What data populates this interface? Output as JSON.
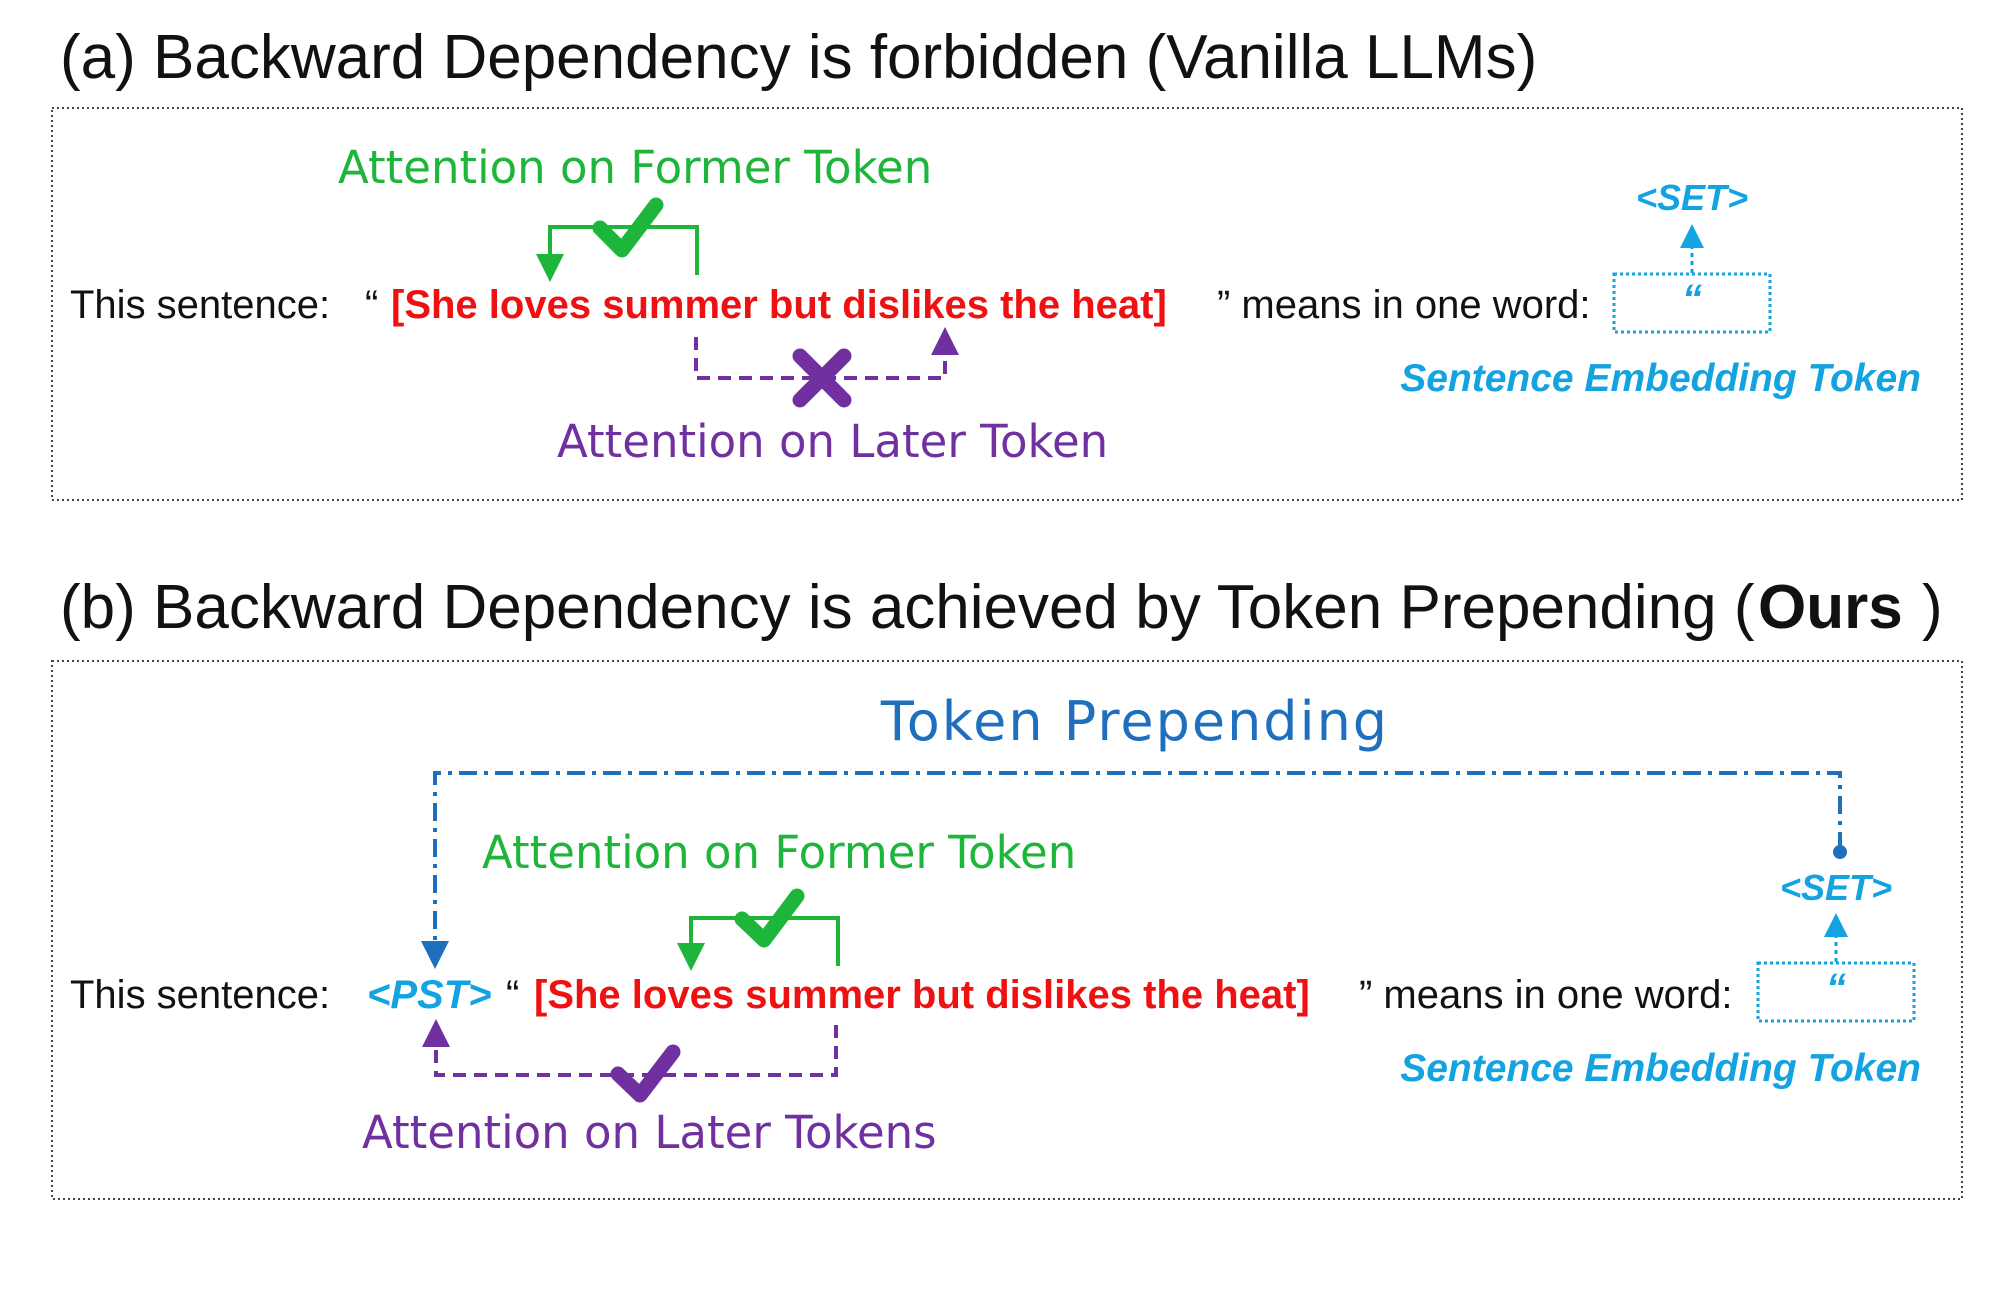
{
  "panel_a": {
    "title": "(a) Backward Dependency is forbidden (Vanilla LLMs)",
    "sentence_prefix": "This sentence:",
    "open_quote": "“",
    "sentence_red": "[She loves summer but dislikes the heat]",
    "sentence_suffix": "” means in one word:",
    "quote_in_box": "“",
    "former_label": "Attention on Former Token",
    "later_label": "Attention on Later Token",
    "set_token": "<SET>",
    "embedding_label": "Sentence Embedding Token"
  },
  "panel_b": {
    "title_prefix": "(b) Backward Dependency is achieved by Token Prepending (",
    "title_bold": "Ours",
    "title_suffix": ")",
    "prepending_label": "Token Prepending",
    "sentence_prefix": "This sentence:",
    "pst_token": "<PST>",
    "open_quote": "“",
    "sentence_red": "[She loves summer but dislikes the heat]",
    "sentence_suffix": "” means in one word:",
    "quote_in_box": "“",
    "former_label": "Attention on Former Token",
    "later_label": "Attention on Later Tokens",
    "set_token": "<SET>",
    "embedding_label": "Sentence Embedding Token"
  },
  "colors": {
    "green": "#1db53a",
    "purple": "#7030a0",
    "red": "#ee1111",
    "cyan": "#12a3e0",
    "blue": "#1f6fbf",
    "text": "#111111"
  }
}
